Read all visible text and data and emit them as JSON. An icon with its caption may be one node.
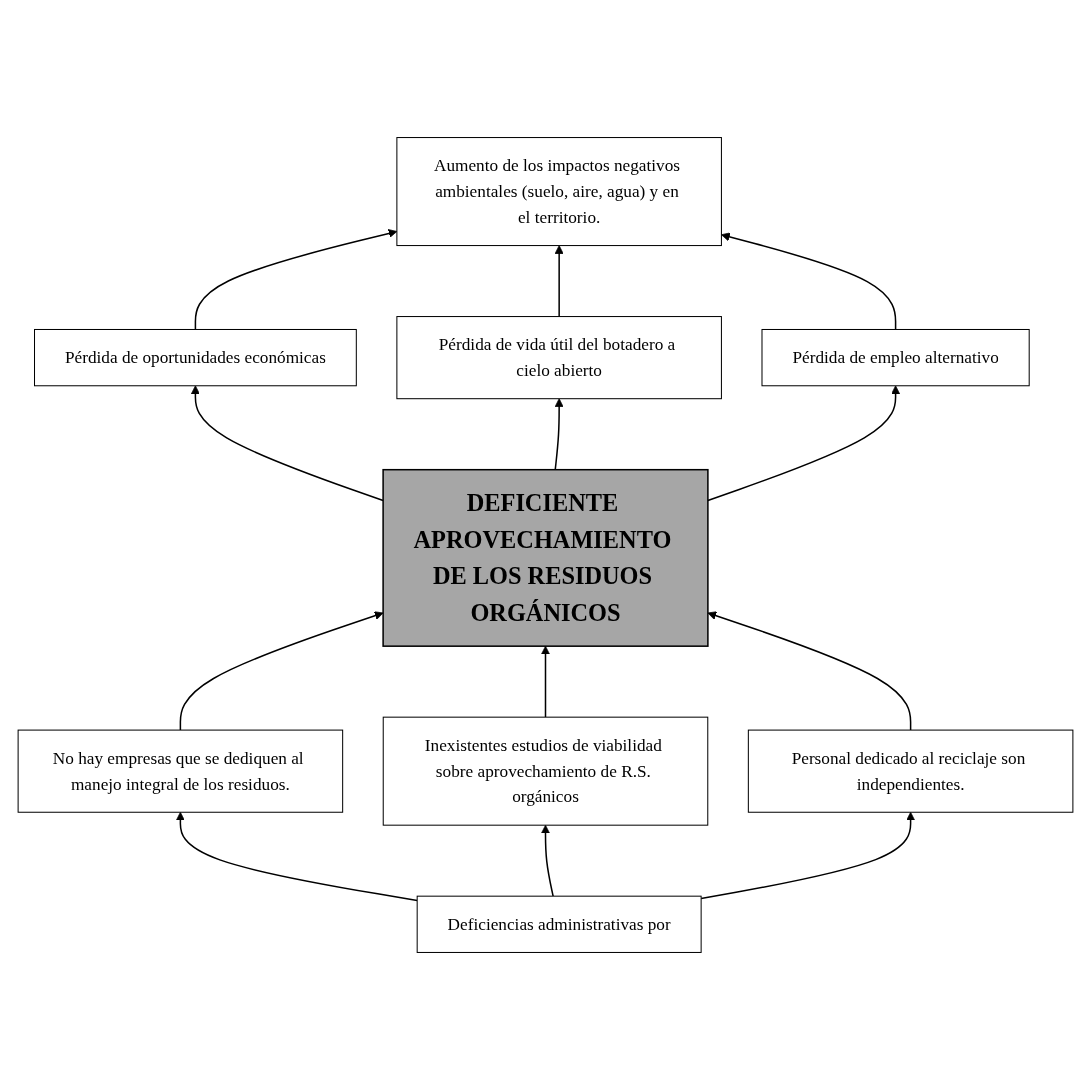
{
  "diagram": {
    "nodes": [
      {
        "text": [
          "Aumento de los impactos negativos ambientales (suelo, aire, agua) y en el territorio."
        ]
      },
      {
        "text": [
          "Pérdida de oportunidades económicas"
        ]
      },
      {
        "text": [
          "Pérdida de vida útil del botadero a cielo abierto"
        ]
      },
      {
        "text": [
          "Pérdida de empleo alternativo"
        ]
      },
      {
        "text": [
          "DEFICIENTE APROVECHAMIENTO DE LOS RESIDUOS ORGÁNICOS"
        ]
      },
      {
        "text": [
          "No hay empresas que se dediquen al manejo integral de los residuos."
        ]
      },
      {
        "text": [
          "Inexistentes estudios de viabilidad sobre aprovechamiento de R.S. orgánicos"
        ]
      },
      {
        "text": [
          "Personal dedicado al reciclaje son independientes."
        ]
      },
      {
        "text": [
          "Deficiencias administrativas por"
        ]
      }
    ],
    "edges": [
      {
        "from": 1,
        "to": 0,
        "arrow": "to"
      },
      {
        "from": 2,
        "to": 0,
        "arrow": "to"
      },
      {
        "from": 3,
        "to": 0,
        "arrow": "to"
      },
      {
        "from": 4,
        "to": 1,
        "arrow": "to"
      },
      {
        "from": 4,
        "to": 2,
        "arrow": "to"
      },
      {
        "from": 4,
        "to": 3,
        "arrow": "to"
      },
      {
        "from": 5,
        "to": 4,
        "arrow": "to"
      },
      {
        "from": 6,
        "to": 4,
        "arrow": "to"
      },
      {
        "from": 7,
        "to": 4,
        "arrow": "to"
      },
      {
        "from": 8,
        "to": 5,
        "arrow": "to"
      },
      {
        "from": 8,
        "to": 6,
        "arrow": "to"
      },
      {
        "from": 8,
        "to": 7,
        "arrow": "to"
      }
    ]
  }
}
